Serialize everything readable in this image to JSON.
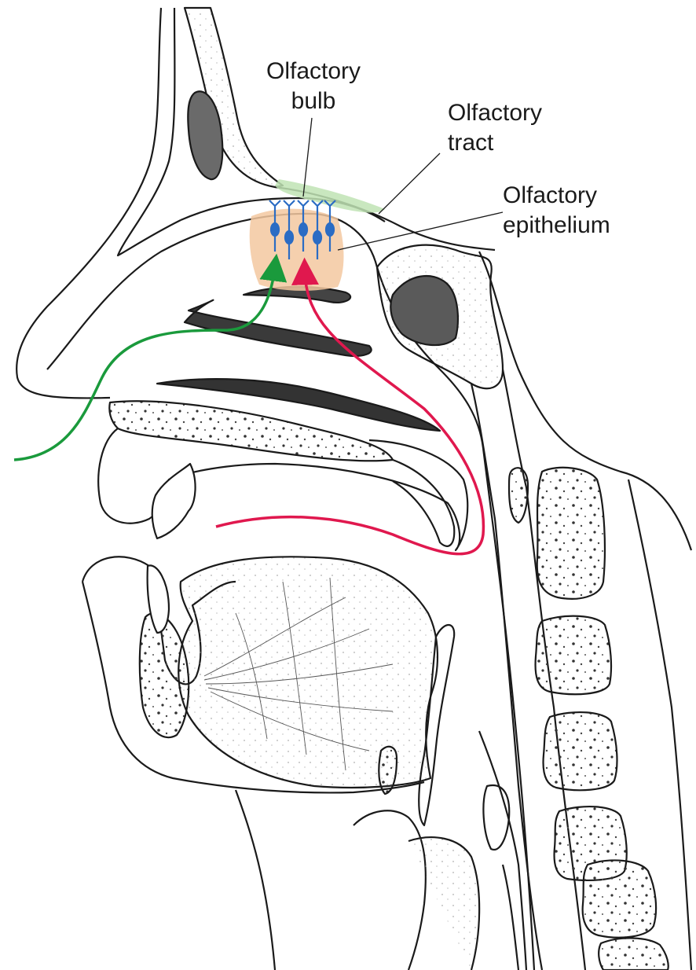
{
  "labels": {
    "olfactory_bulb": [
      "Olfactory",
      "bulb"
    ],
    "olfactory_tract": [
      "Olfactory",
      "tract"
    ],
    "olfactory_epithelium": [
      "Olfactory",
      "epithelium"
    ]
  },
  "colors": {
    "outline": "#1a1a1a",
    "stipple": "#555555",
    "airflow_nose": "#1a9a3c",
    "airflow_mouth": "#e0184e",
    "epithelium": "#f3c8a0",
    "bulb_highlight": "#bfe3b4",
    "receptor_neurons": "#2b6cc4"
  }
}
